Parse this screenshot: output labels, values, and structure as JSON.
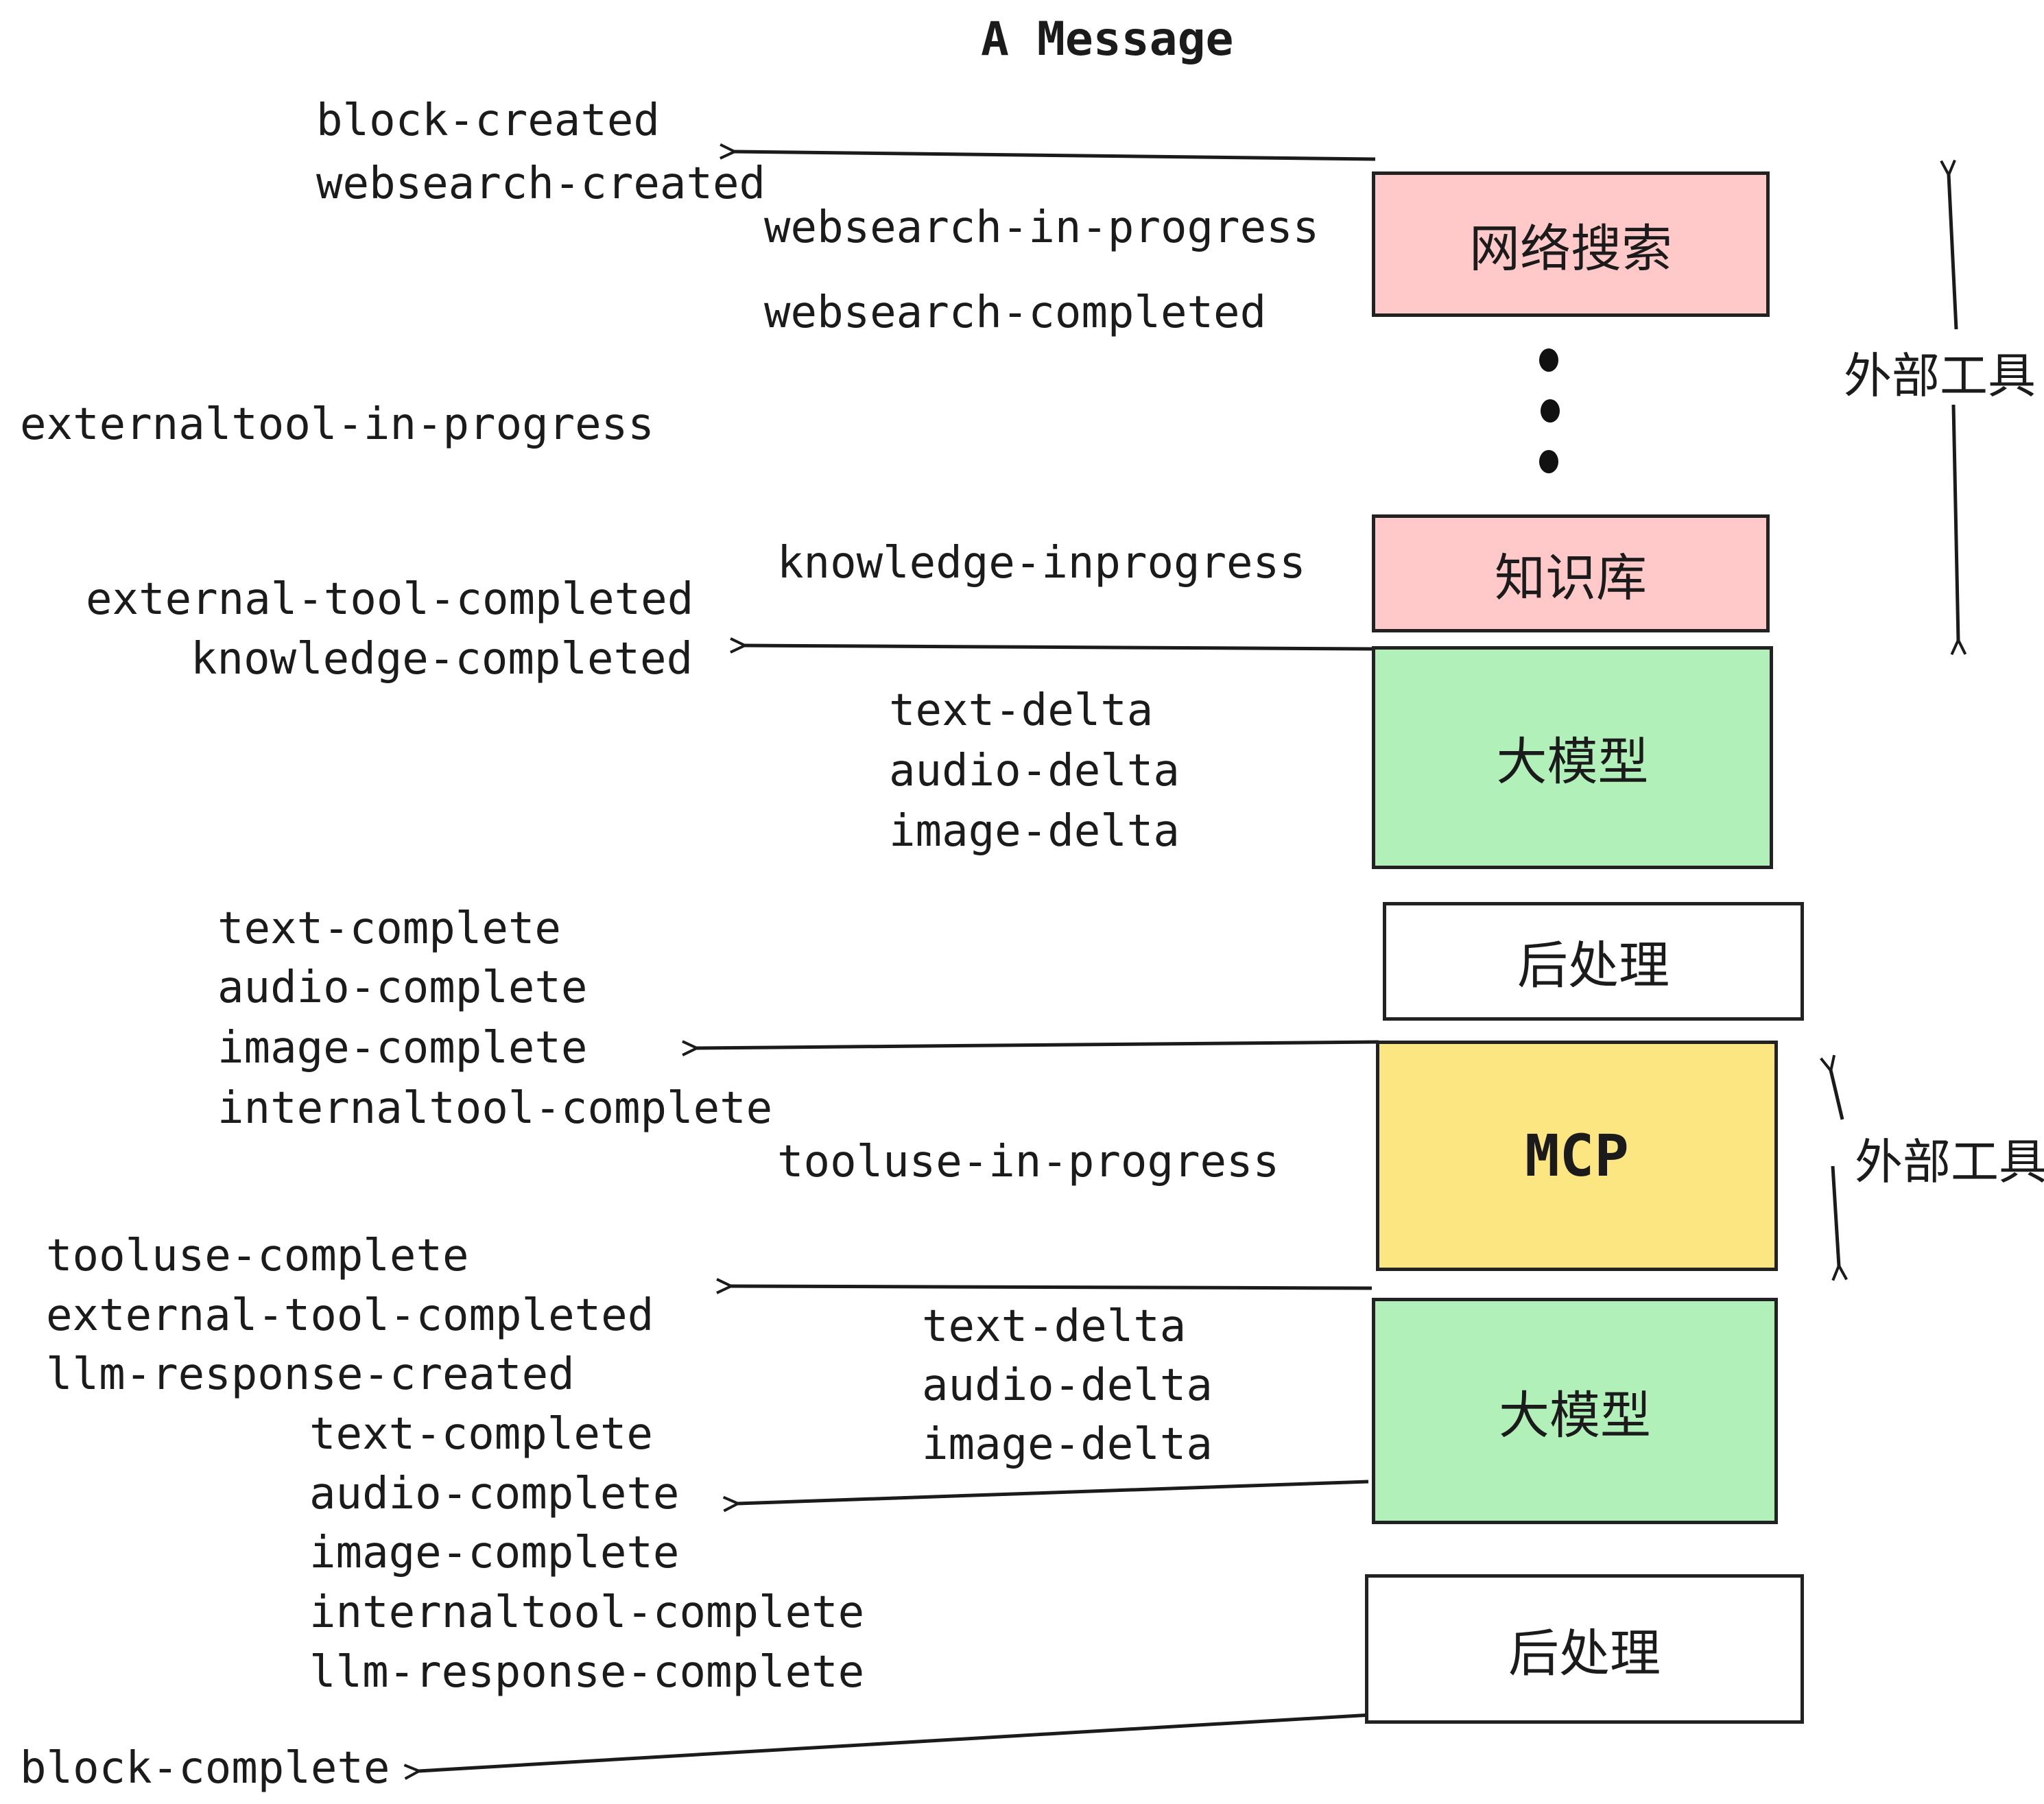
{
  "title": "A Message",
  "boxes": [
    {
      "label": "网络搜索",
      "color": "#ffc9c9"
    },
    {
      "label": "知识库",
      "color": "#ffc9c9"
    },
    {
      "label": "大模型",
      "color": "#b2f0ba"
    },
    {
      "label": "后处理",
      "color": "#ffffff"
    },
    {
      "label": "MCP",
      "color": "#fbe681"
    },
    {
      "label": "大模型",
      "color": "#b2f0ba"
    },
    {
      "label": "后处理",
      "color": "#ffffff"
    }
  ],
  "side_labels": [
    {
      "label": "外部工具"
    },
    {
      "label": "外部工具"
    }
  ],
  "events": [
    {
      "text": "block-created"
    },
    {
      "text": "websearch-created"
    },
    {
      "text": "websearch-in-progress"
    },
    {
      "text": "websearch-completed"
    },
    {
      "text": "externaltool-in-progress"
    },
    {
      "text": "knowledge-inprogress"
    },
    {
      "text": "external-tool-completed"
    },
    {
      "text": "knowledge-completed"
    },
    {
      "text": "text-delta"
    },
    {
      "text": "audio-delta"
    },
    {
      "text": "image-delta"
    },
    {
      "text": "text-complete"
    },
    {
      "text": "audio-complete"
    },
    {
      "text": "image-complete"
    },
    {
      "text": "internaltool-complete"
    },
    {
      "text": "tooluse-in-progress"
    },
    {
      "text": "tooluse-complete"
    },
    {
      "text": "external-tool-completed"
    },
    {
      "text": "llm-response-created"
    },
    {
      "text": "text-delta"
    },
    {
      "text": "audio-delta"
    },
    {
      "text": "image-delta"
    },
    {
      "text": "text-complete"
    },
    {
      "text": "audio-complete"
    },
    {
      "text": "image-complete"
    },
    {
      "text": "internaltool-complete"
    },
    {
      "text": "llm-response-complete"
    },
    {
      "text": "block-complete"
    }
  ],
  "colors": {
    "box_pink": "#ffc9c9",
    "box_green": "#b2f0ba",
    "box_yellow": "#fbe681",
    "box_white": "#ffffff",
    "stroke": "#1b1b1b"
  }
}
